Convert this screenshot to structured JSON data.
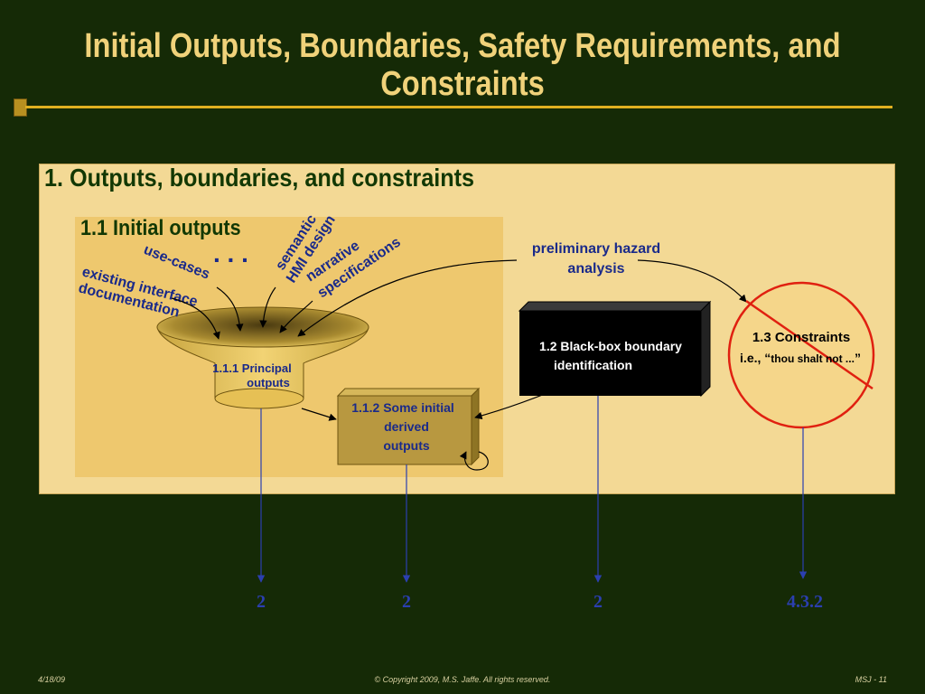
{
  "slide": {
    "title_line1": "Initial Outputs, Boundaries, Safety Requirements, and",
    "title_line2": "Constraints"
  },
  "panel": {
    "title": "1. Outputs, boundaries, and constraints",
    "subpanel_title": "1.1 Initial outputs"
  },
  "inputs": {
    "ellipsis": ". . .",
    "use_cases": "use-cases",
    "existing_interface_1": "existing interface",
    "existing_interface_2": "documentation",
    "semantic_1": "semantic",
    "semantic_2": "HMI design",
    "narrative_1": "narrative",
    "narrative_2": "specifications"
  },
  "funnel": {
    "label_1": "1.1.1 Principal",
    "label_2": "outputs"
  },
  "derived": {
    "label_1": "1.1.2 Some initial",
    "label_2": "derived",
    "label_3": "outputs"
  },
  "hazard": {
    "label_1": "preliminary hazard",
    "label_2": "analysis"
  },
  "blackbox": {
    "label_1": "1.2  Black-box boundary",
    "label_2": "identification"
  },
  "constraints": {
    "label_1": "1.3 Constraints",
    "label_2_prefix": "i.e., “",
    "label_2_quote": "thou shalt not ...",
    "label_2_suffix": "”"
  },
  "refs": {
    "principal": "2",
    "derived": "2",
    "blackbox": "2",
    "constraints": "4.3.2"
  },
  "footer": {
    "date": "4/18/09",
    "copyright": "© Copyright 2009, M.S. Jaffe.  All rights reserved.",
    "page": "MSJ - 11"
  },
  "colors": {
    "background": "#152a06",
    "title": "#f0d27a",
    "panel": "#f3d995",
    "subpanel": "#eec86e",
    "heading_text": "#123804",
    "label_blue": "#1a2a8a",
    "ref_blue": "#2b3fb0",
    "constraint_red": "#e02010"
  }
}
